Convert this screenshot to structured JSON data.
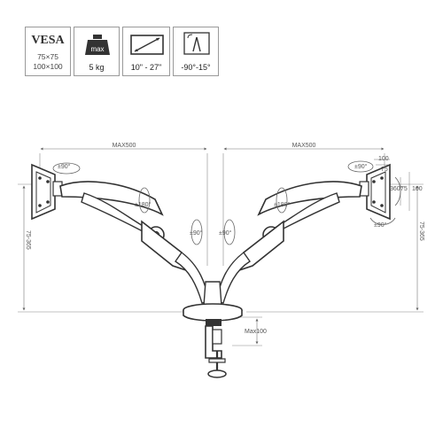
{
  "badges": {
    "vesa": {
      "title": "VESA",
      "line1": "75×75",
      "line2": "100×100",
      "icon": "vesa-text"
    },
    "weight": {
      "icon_text": "max",
      "label": "5 kg",
      "icon": "weight-icon"
    },
    "size": {
      "label": "10\" - 27\"",
      "icon": "monitor-diagonal-icon"
    },
    "tilt": {
      "label": "-90°-15°",
      "icon": "tilt-icon"
    }
  },
  "dimensions": {
    "reach_left": "MAX500",
    "reach_right": "MAX500",
    "height_left": "75-365",
    "height_right": "75-365",
    "clamp": "Max100",
    "tilt_left": "±90°",
    "tilt_right": "±90°",
    "rotate_arm_left": "±180°",
    "rotate_arm_right": "±180°",
    "base_left": "±90°",
    "base_right": "±90°",
    "plate_100": "100",
    "plate_75": "75",
    "plate_75_v": "75",
    "plate_100_v": "100",
    "swivel_360": "360°",
    "rotate_90": "±90°"
  },
  "colors": {
    "line": "#333333",
    "dim_line": "#777777",
    "arm": "#ffffff"
  }
}
